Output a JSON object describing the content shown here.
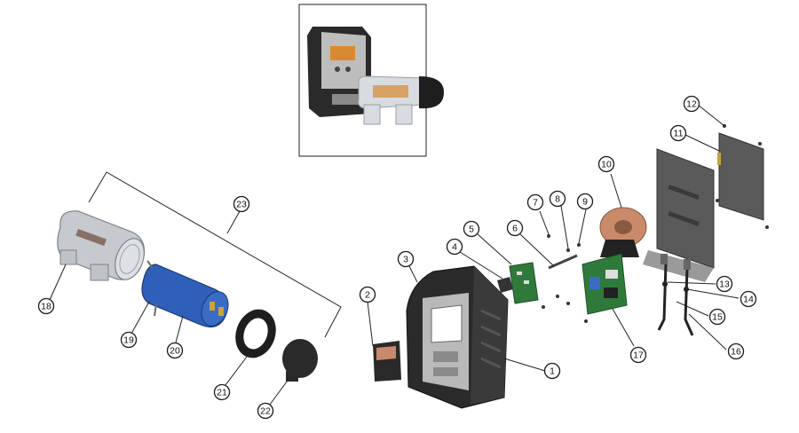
{
  "diagram": {
    "part_numbers": [
      "1",
      "2",
      "3",
      "4",
      "5",
      "6",
      "7",
      "8",
      "9",
      "10",
      "11",
      "12",
      "13",
      "14",
      "15",
      "16",
      "17",
      "18",
      "19",
      "20",
      "21",
      "22",
      "23"
    ],
    "colors": {
      "housing": "#2b2b2b",
      "housing_light": "#4a4a4a",
      "silver_panel": "#b9b9b9",
      "cell_blue": "#2f5fb8",
      "pcb_green": "#2f7a3a",
      "toroid_copper": "#c98a6a",
      "clear_tube": "#c8cbd0",
      "gold_accent": "#c9a23a"
    }
  }
}
